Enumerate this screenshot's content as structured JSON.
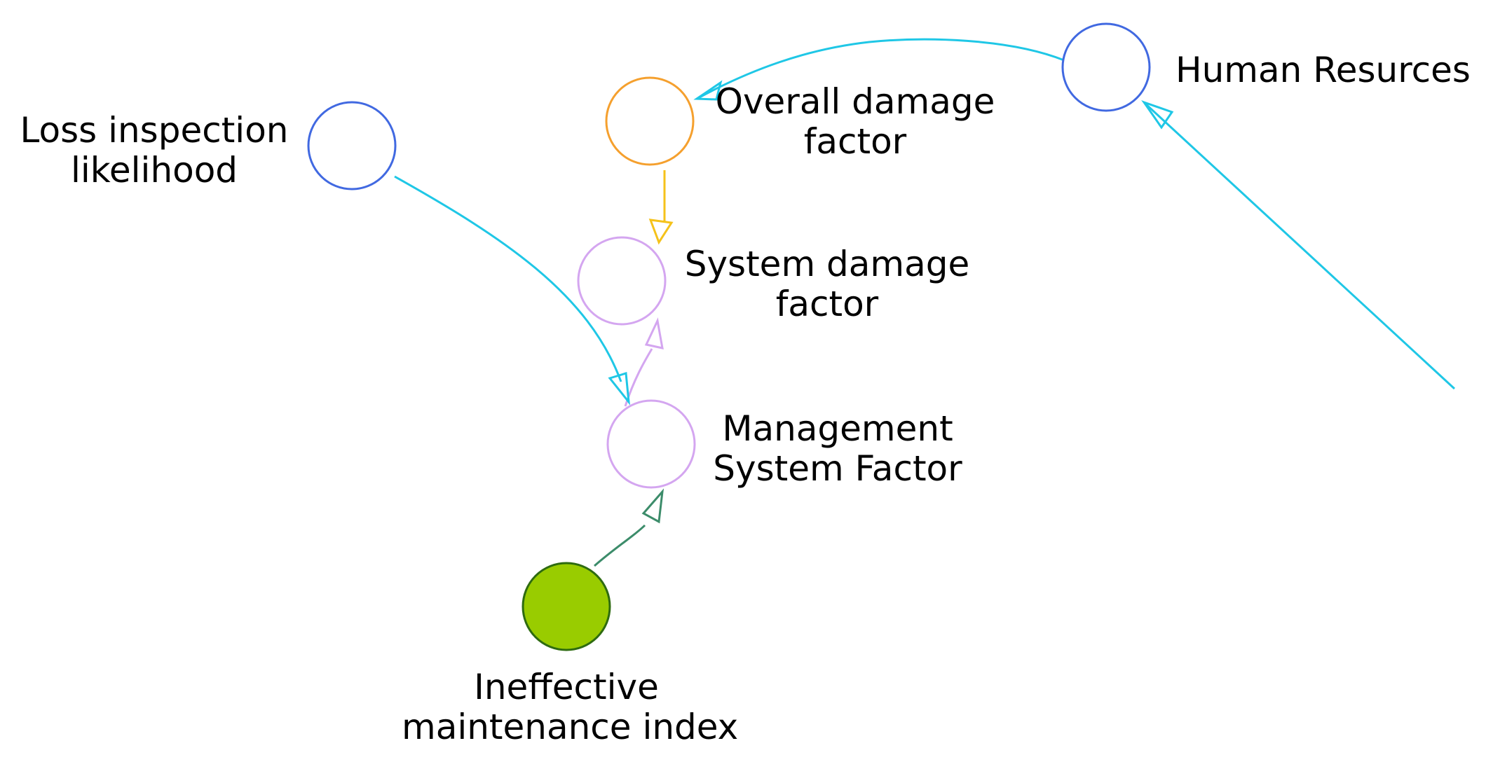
{
  "nodes": {
    "loss_inspection": {
      "label": "Loss inspection\nlikelihood",
      "stroke": "#4169E1",
      "fill": "none"
    },
    "overall_damage": {
      "label": "Overall damage\nfactor",
      "stroke": "#F5A02E",
      "fill": "none"
    },
    "human_resources": {
      "label": "Human Resurces",
      "stroke": "#4169E1",
      "fill": "none"
    },
    "system_damage": {
      "label": "System damage\nfactor",
      "stroke": "#D4A6F0",
      "fill": "none"
    },
    "management_system": {
      "label": "Management\nSystem Factor",
      "stroke": "#D4A6F0",
      "fill": "none"
    },
    "ineffective_maintenance": {
      "label": "Ineffective\nmaintenance index",
      "stroke": "#2E6B10",
      "fill": "#99CC00"
    }
  },
  "links": [
    {
      "from": "human_resources",
      "to": "overall_damage",
      "color": "#1FC7E6"
    },
    {
      "from": "external",
      "to": "human_resources",
      "color": "#1FC7E6"
    },
    {
      "from": "overall_damage",
      "to": "system_damage",
      "color": "#F5C21A"
    },
    {
      "from": "management_system",
      "to": "system_damage",
      "color": "#D4A6F0"
    },
    {
      "from": "loss_inspection",
      "to": "management_system",
      "color": "#1FC7E6"
    },
    {
      "from": "ineffective_maintenance",
      "to": "management_system",
      "color": "#3C8C6A"
    }
  ]
}
